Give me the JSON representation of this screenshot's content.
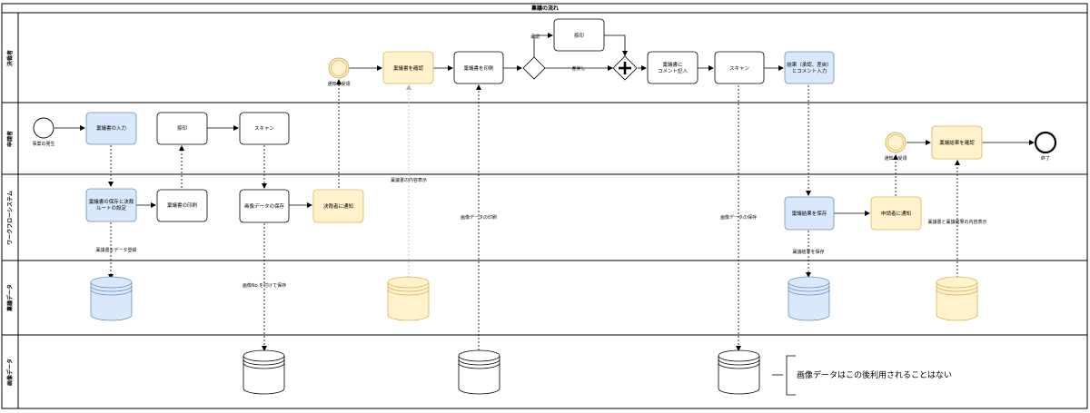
{
  "title": "稟議の流れ",
  "lanes": [
    "決裁者",
    "申請者",
    "ワークフローシステム",
    "稟議データ",
    "画像データ"
  ],
  "tasks": {
    "confirm_ringi": "稟議書を確認",
    "print_ringi": "稟議書を印刷",
    "approve_stamp": "捺印",
    "comment_line1": "稟議書に",
    "comment_line2": "コメント記入",
    "scan_approver": "スキャン",
    "result_line1": "結果（承認、差戻）",
    "result_line2": "とコメント入力",
    "enter_ringi": "稟議書の入力",
    "stamp_applicant": "捺印",
    "scan_applicant": "スキャン",
    "confirm_result": "稟議結果を確認",
    "save_route_line1": "稟議書の保存と決裁",
    "save_route_line2": "ルートの設定",
    "print_system": "稟議書の印刷",
    "save_image": "画像データの保存",
    "notify_approver": "決裁者に通知",
    "save_result": "稟議結果を保存",
    "notify_applicant": "申請者に通知"
  },
  "events": {
    "recv_approver": "通知の受領",
    "start": "事案の発生",
    "recv_applicant": "通知の受領",
    "end": "終了"
  },
  "edges": {
    "approve": "承認",
    "reject": "差戻し",
    "show_content": "稟議書の内容表示",
    "register": "稟議書をデータ登録",
    "save_with_no": "画像No.を付けて保存",
    "print_image": "画像データの印刷",
    "save_image_data": "画像データの保存",
    "save_result_data": "稟議結果を保存",
    "show_result": "稟議書と稟議結果の内容表示"
  },
  "note": "画像データはこの後利用されることはない",
  "colors": {
    "blue_fill": "#dae8fc",
    "blue_stroke": "#6c8ebf",
    "yellow_fill": "#fff2cc",
    "yellow_stroke": "#d6b656"
  }
}
